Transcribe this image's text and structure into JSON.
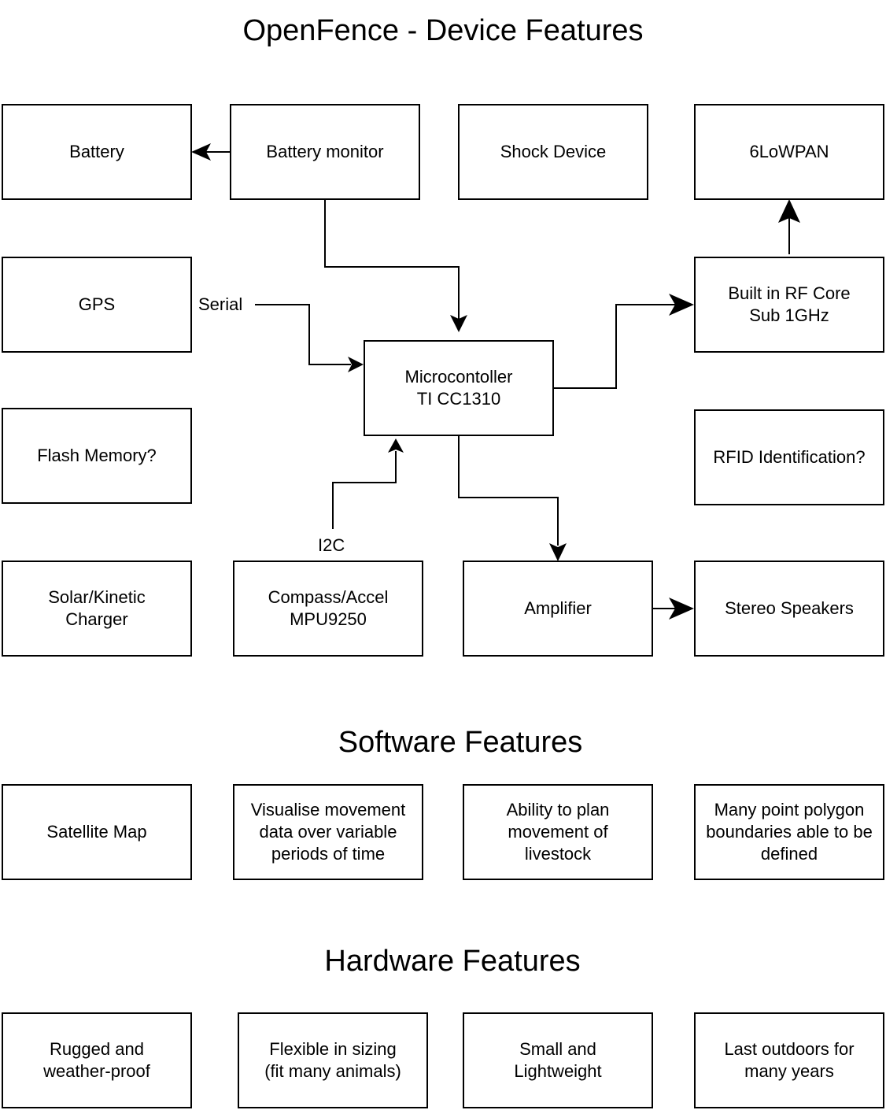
{
  "titles": {
    "device": "OpenFence - Device Features",
    "software": "Software Features",
    "hardware": "Hardware Features"
  },
  "device_blocks": {
    "battery": "Battery",
    "battery_monitor": "Battery monitor",
    "shock_device": "Shock Device",
    "sixlowpan": "6LoWPAN",
    "gps": "GPS",
    "rf_core": "Built in RF Core\nSub 1GHz",
    "microcontroller": "Microcontoller\nTI CC1310",
    "flash_memory": "Flash Memory?",
    "rfid": "RFID Identification?",
    "charger": "Solar/Kinetic\nCharger",
    "compass": "Compass/Accel\nMPU9250",
    "amplifier": "Amplifier",
    "speakers": "Stereo Speakers"
  },
  "connection_labels": {
    "serial": "Serial",
    "i2c": "I2C"
  },
  "connections": [
    {
      "from": "Battery monitor",
      "to": "Battery"
    },
    {
      "from": "Battery monitor",
      "to": "Microcontoller TI CC1310"
    },
    {
      "from": "GPS",
      "to": "Microcontoller TI CC1310",
      "label": "Serial"
    },
    {
      "from": "Microcontoller TI CC1310",
      "to": "Built in RF Core Sub 1GHz"
    },
    {
      "from": "Built in RF Core Sub 1GHz",
      "to": "6LoWPAN"
    },
    {
      "from": "Compass/Accel MPU9250",
      "to": "Microcontoller TI CC1310",
      "label": "I2C"
    },
    {
      "from": "Microcontoller TI CC1310",
      "to": "Amplifier"
    },
    {
      "from": "Amplifier",
      "to": "Stereo Speakers"
    }
  ],
  "software_features": [
    "Satellite Map",
    "Visualise movement\ndata over variable\nperiods of time",
    "Ability to plan\nmovement of\nlivestock",
    "Many point polygon\nboundaries able to be\ndefined"
  ],
  "hardware_features": [
    "Rugged and\nweather-proof",
    "Flexible in sizing\n(fit many animals)",
    "Small and\nLightweight",
    "Last outdoors for\nmany years"
  ]
}
